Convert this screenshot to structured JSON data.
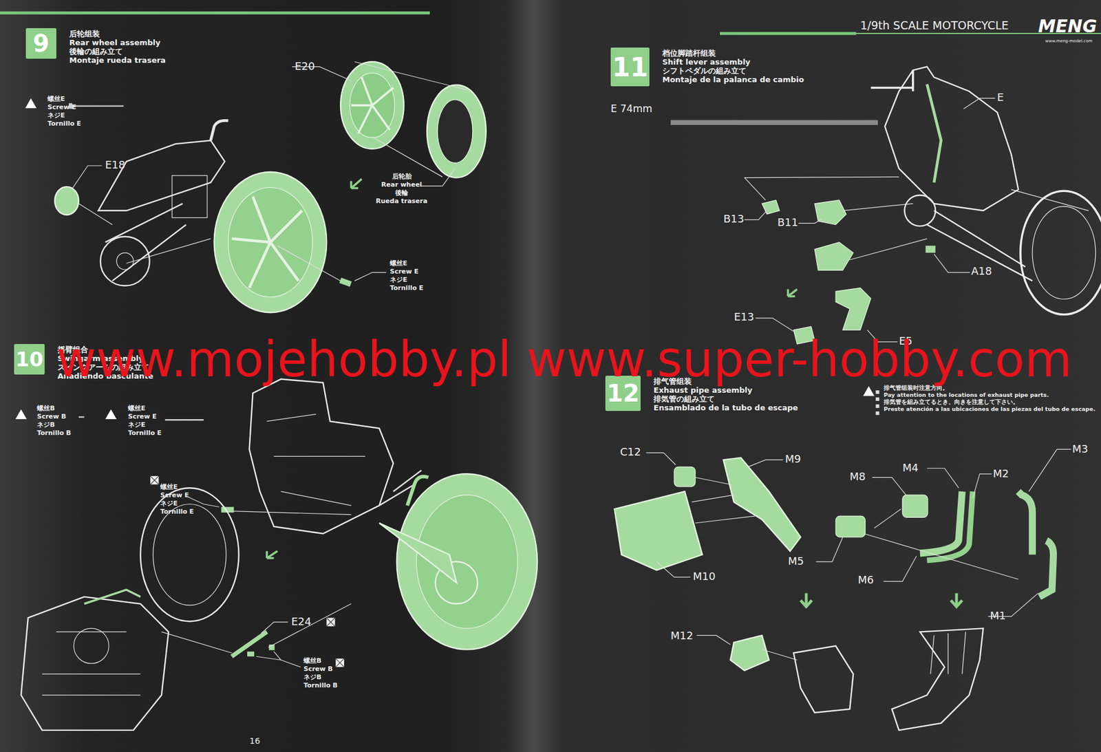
{
  "diagram": {
    "nodes": [
      {
        "text": [
          "9",
          "后轮组装",
          "Rear wheel assembly",
          "後輪の組み立て",
          "Montaje rueda trasera"
        ]
      },
      {
        "text": [
          "10",
          "摇臂组合",
          "Swingarm assembly",
          "スイングアームの組み立て",
          "Añadiendo basculante"
        ]
      },
      {
        "text": [
          "11",
          "档位脚踏杆组装",
          "Shift lever assembly",
          "シフトペダルの組み立て",
          "Montaje de la palanca de cambio"
        ]
      },
      {
        "text": [
          "12",
          "排气管组装",
          "Exhaust pipe assembly",
          "排気管の組み立て",
          "Ensamblado de la tubo de escape"
        ]
      }
    ],
    "labels": [
      "螺丝E",
      "Screw E",
      "ネジE",
      "Tornillo E",
      "E20",
      "E18",
      "后轮胎",
      "Rear wheel",
      "後輪",
      "Rueda trasera",
      "螺丝E",
      "Screw E",
      "ネジE",
      "Tornillo E",
      "螺丝B",
      "Screw B",
      "ネジB",
      "Tornillo B",
      "螺丝E",
      "Screw E",
      "ネジE",
      "Tornillo E",
      "螺丝E",
      "Screw E",
      "ネジE",
      "Tornillo E",
      "E24",
      "螺丝B",
      "Screw B",
      "ネジB",
      "Tornillo B",
      "16",
      "1/9th SCALE MOTORCYCLE",
      "MENG",
      "www.meng-model.com",
      "E 74mm",
      "E",
      "B13",
      "B11",
      "A18",
      "E13",
      "E5",
      "排气管组装时注意方向。",
      "Pay attention to the locations of exhaust pipe parts.",
      "排気管を組み立てるとき、向きを注意して下さい。",
      "Preste atención a las ubicaciones de las piezas del tubo de escape.",
      "C12",
      "M9",
      "M10",
      "M8",
      "M4",
      "M2",
      "M3",
      "M5",
      "M6",
      "M1",
      "M12",
      "www.mojehobby.pl www.super-hobby.com"
    ]
  }
}
